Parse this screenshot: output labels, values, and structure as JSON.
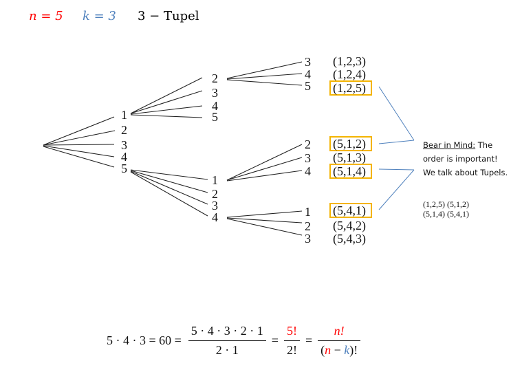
{
  "header": {
    "n_label": "n = 5",
    "k_label": "k = 3",
    "tuple_label": "3 − Tupel"
  },
  "colors": {
    "n_color": "#FF0000",
    "k_color": "#4F81BD",
    "highlight_box": "#F4B400",
    "callout_line": "#4F81BD",
    "tree_line": "#222222"
  },
  "tree": {
    "level1": [
      "1",
      "2",
      "3",
      "4",
      "5"
    ],
    "branch_1_level2": [
      "2",
      "3",
      "4",
      "5"
    ],
    "branch_12_level3": [
      "3",
      "4",
      "5"
    ],
    "branch_5_level2": [
      "1",
      "2",
      "3",
      "4"
    ],
    "branch_51_level3": [
      "2",
      "3",
      "4"
    ],
    "branch_54_level3": [
      "1",
      "2",
      "3"
    ]
  },
  "tuples": {
    "group_12": [
      "(1,2,3)",
      "(1,2,4)",
      "(1,2,5)"
    ],
    "group_51": [
      "(5,1,2)",
      "(5,1,3)",
      "(5,1,4)"
    ],
    "group_54": [
      "(5,4,1)",
      "(5,4,2)",
      "(5,4,3)"
    ],
    "highlighted": [
      "(1,2,5)",
      "(5,1,2)",
      "(5,1,4)",
      "(5,4,1)"
    ]
  },
  "note": {
    "heading": "Bear in Mind:",
    "body": " The order is important! We talk about Tupels."
  },
  "formula": {
    "product": "5 · 4 · 3 = 60 =",
    "frac1_num": "5 · 4 · 3 · 2 · 1",
    "frac1_den": "2 · 1",
    "eq1": "=",
    "frac2_num": "5!",
    "frac2_den": "2!",
    "eq2": "=",
    "frac3_num": "n!",
    "frac3_den_open": "(",
    "frac3_den_n": "n",
    "frac3_den_minus": " − ",
    "frac3_den_k": "k",
    "frac3_den_close": ")!"
  }
}
